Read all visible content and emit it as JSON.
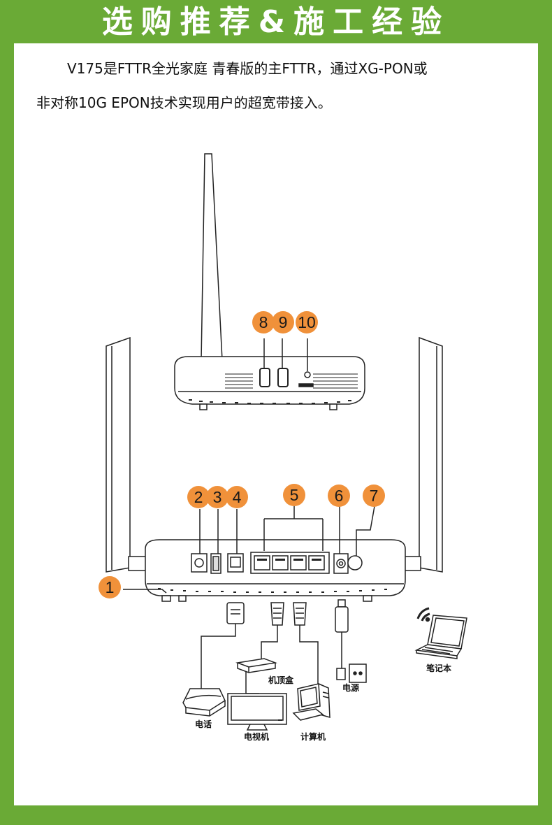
{
  "header": {
    "title": "选购推荐&施工经验",
    "accent_color": "#6aaa36",
    "badge_color": "#f0913a"
  },
  "intro": {
    "line1": "V175是FTTR全光家庭 青春版的主FTTR，通过XG-PON或",
    "line2": "非对称10G EPON技术实现用户的超宽带接入。"
  },
  "diagram": {
    "callouts": [
      "1",
      "2",
      "3",
      "4",
      "5",
      "6",
      "7",
      "8",
      "9",
      "10"
    ],
    "devices": {
      "laptop": "笔记本",
      "stb": "机顶盒",
      "power": "电源",
      "phone": "电话",
      "tv": "电视机",
      "computer": "计算机"
    }
  }
}
